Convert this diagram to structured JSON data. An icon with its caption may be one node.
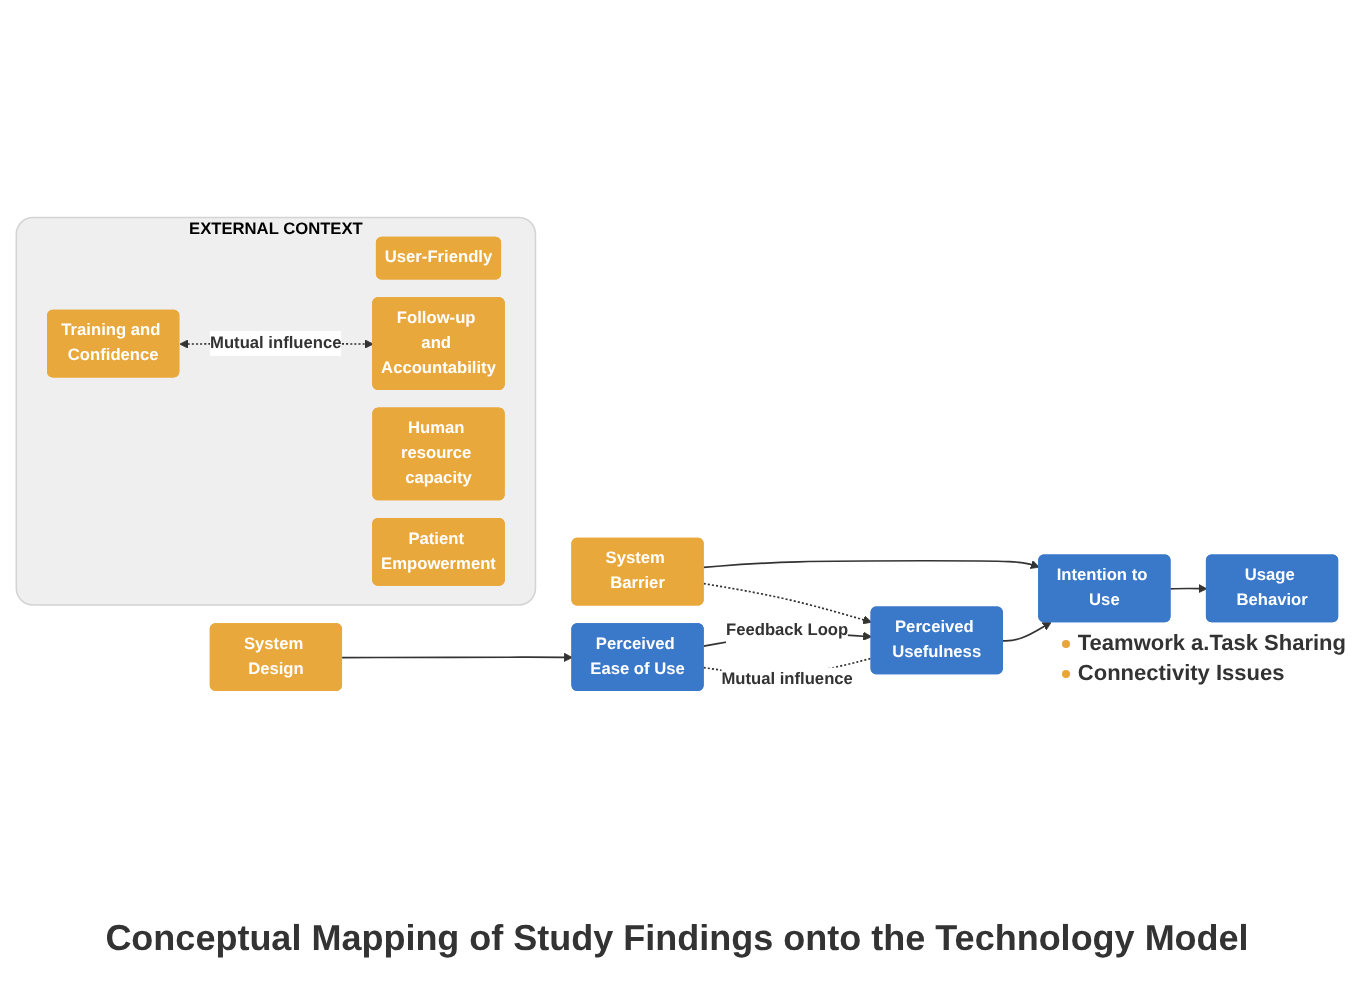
{
  "diagram": {
    "caption": "Conceptual Mapping of Study Findings onto the Technology Model",
    "nodes": [
      {
        "text": [
          "EXTERNAL CONTEXT"
        ]
      },
      {
        "text": [
          "User-Friendly"
        ],
        "in": 0
      },
      {
        "text": [
          "Training and Confidence"
        ],
        "in": 0
      },
      {
        "text": [
          "Human resource capacity"
        ],
        "in": 0
      },
      {
        "text": [
          "Patient Empowerment"
        ],
        "in": 0
      },
      {
        "text": [
          "Follow-up and Accountability"
        ],
        "in": 0
      },
      {
        "text": [
          "System Design"
        ]
      },
      {
        "text": [
          "System Barrier"
        ]
      },
      {
        "text": [
          "Perceived Ease of Use"
        ]
      },
      {
        "text": [
          "Perceived Usefulness"
        ]
      },
      {
        "text": [
          "Intention to Use"
        ]
      },
      {
        "text": [
          "Usage Behavior"
        ],
        "beside": [
          "Teamwork a.Task Sharing",
          "Connectivity Issues"
        ]
      }
    ],
    "edges": [
      {
        "from": 2,
        "to": 5,
        "arrow": "both",
        "label": "Mutual influence",
        "style": "dashed"
      },
      {
        "from": 6,
        "to": 8,
        "arrow": "to"
      },
      {
        "from": 7,
        "to": 9,
        "arrow": "to",
        "style": "dashed"
      },
      {
        "from": 7,
        "to": 10,
        "arrow": "to"
      },
      {
        "from": 8,
        "to": 9,
        "arrow": "to",
        "label": "Feedback Loop"
      },
      {
        "from": 8,
        "to": 9,
        "arrow": "none",
        "label": "Mutual influence",
        "style": "dashed"
      },
      {
        "from": 9,
        "to": 10,
        "arrow": "to"
      },
      {
        "from": 10,
        "to": 11,
        "arrow": "to"
      }
    ]
  }
}
